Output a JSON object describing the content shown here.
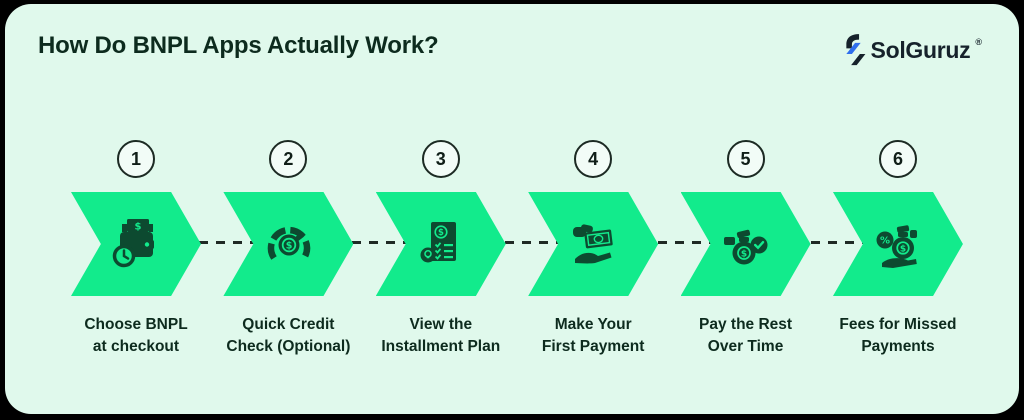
{
  "page": {
    "title": "How Do BNPL Apps Actually Work?"
  },
  "logo": {
    "name": "SolGuruz",
    "registered_mark": "®",
    "mark_icon": "solguruz-logo-icon"
  },
  "colors": {
    "outer_background": "#000000",
    "card_background": "#e0f9ec",
    "chevron_green": "#12eb8c",
    "dark_text": "#0d2b1e",
    "icon_dark_green": "#0d4a30",
    "logo_blue": "#2f6fed",
    "connector_dash": "#1f2a24"
  },
  "steps": [
    {
      "number": "1",
      "label_line1": "Choose BNPL",
      "label_line2": "at checkout",
      "icon": "wallet-money-clock-icon"
    },
    {
      "number": "2",
      "label_line1": "Quick Credit",
      "label_line2": "Check (Optional)",
      "icon": "credit-score-gauge-icon"
    },
    {
      "number": "3",
      "label_line1": "View the",
      "label_line2": "Installment Plan",
      "icon": "installment-plan-document-icon"
    },
    {
      "number": "4",
      "label_line1": "Make Your",
      "label_line2": "First Payment",
      "icon": "hand-cash-payment-icon"
    },
    {
      "number": "5",
      "label_line1": "Pay the Rest",
      "label_line2": "Over Time",
      "icon": "moneybag-check-icon"
    },
    {
      "number": "6",
      "label_line1": "Fees for Missed",
      "label_line2": "Payments",
      "icon": "moneybag-percent-fee-icon"
    }
  ]
}
